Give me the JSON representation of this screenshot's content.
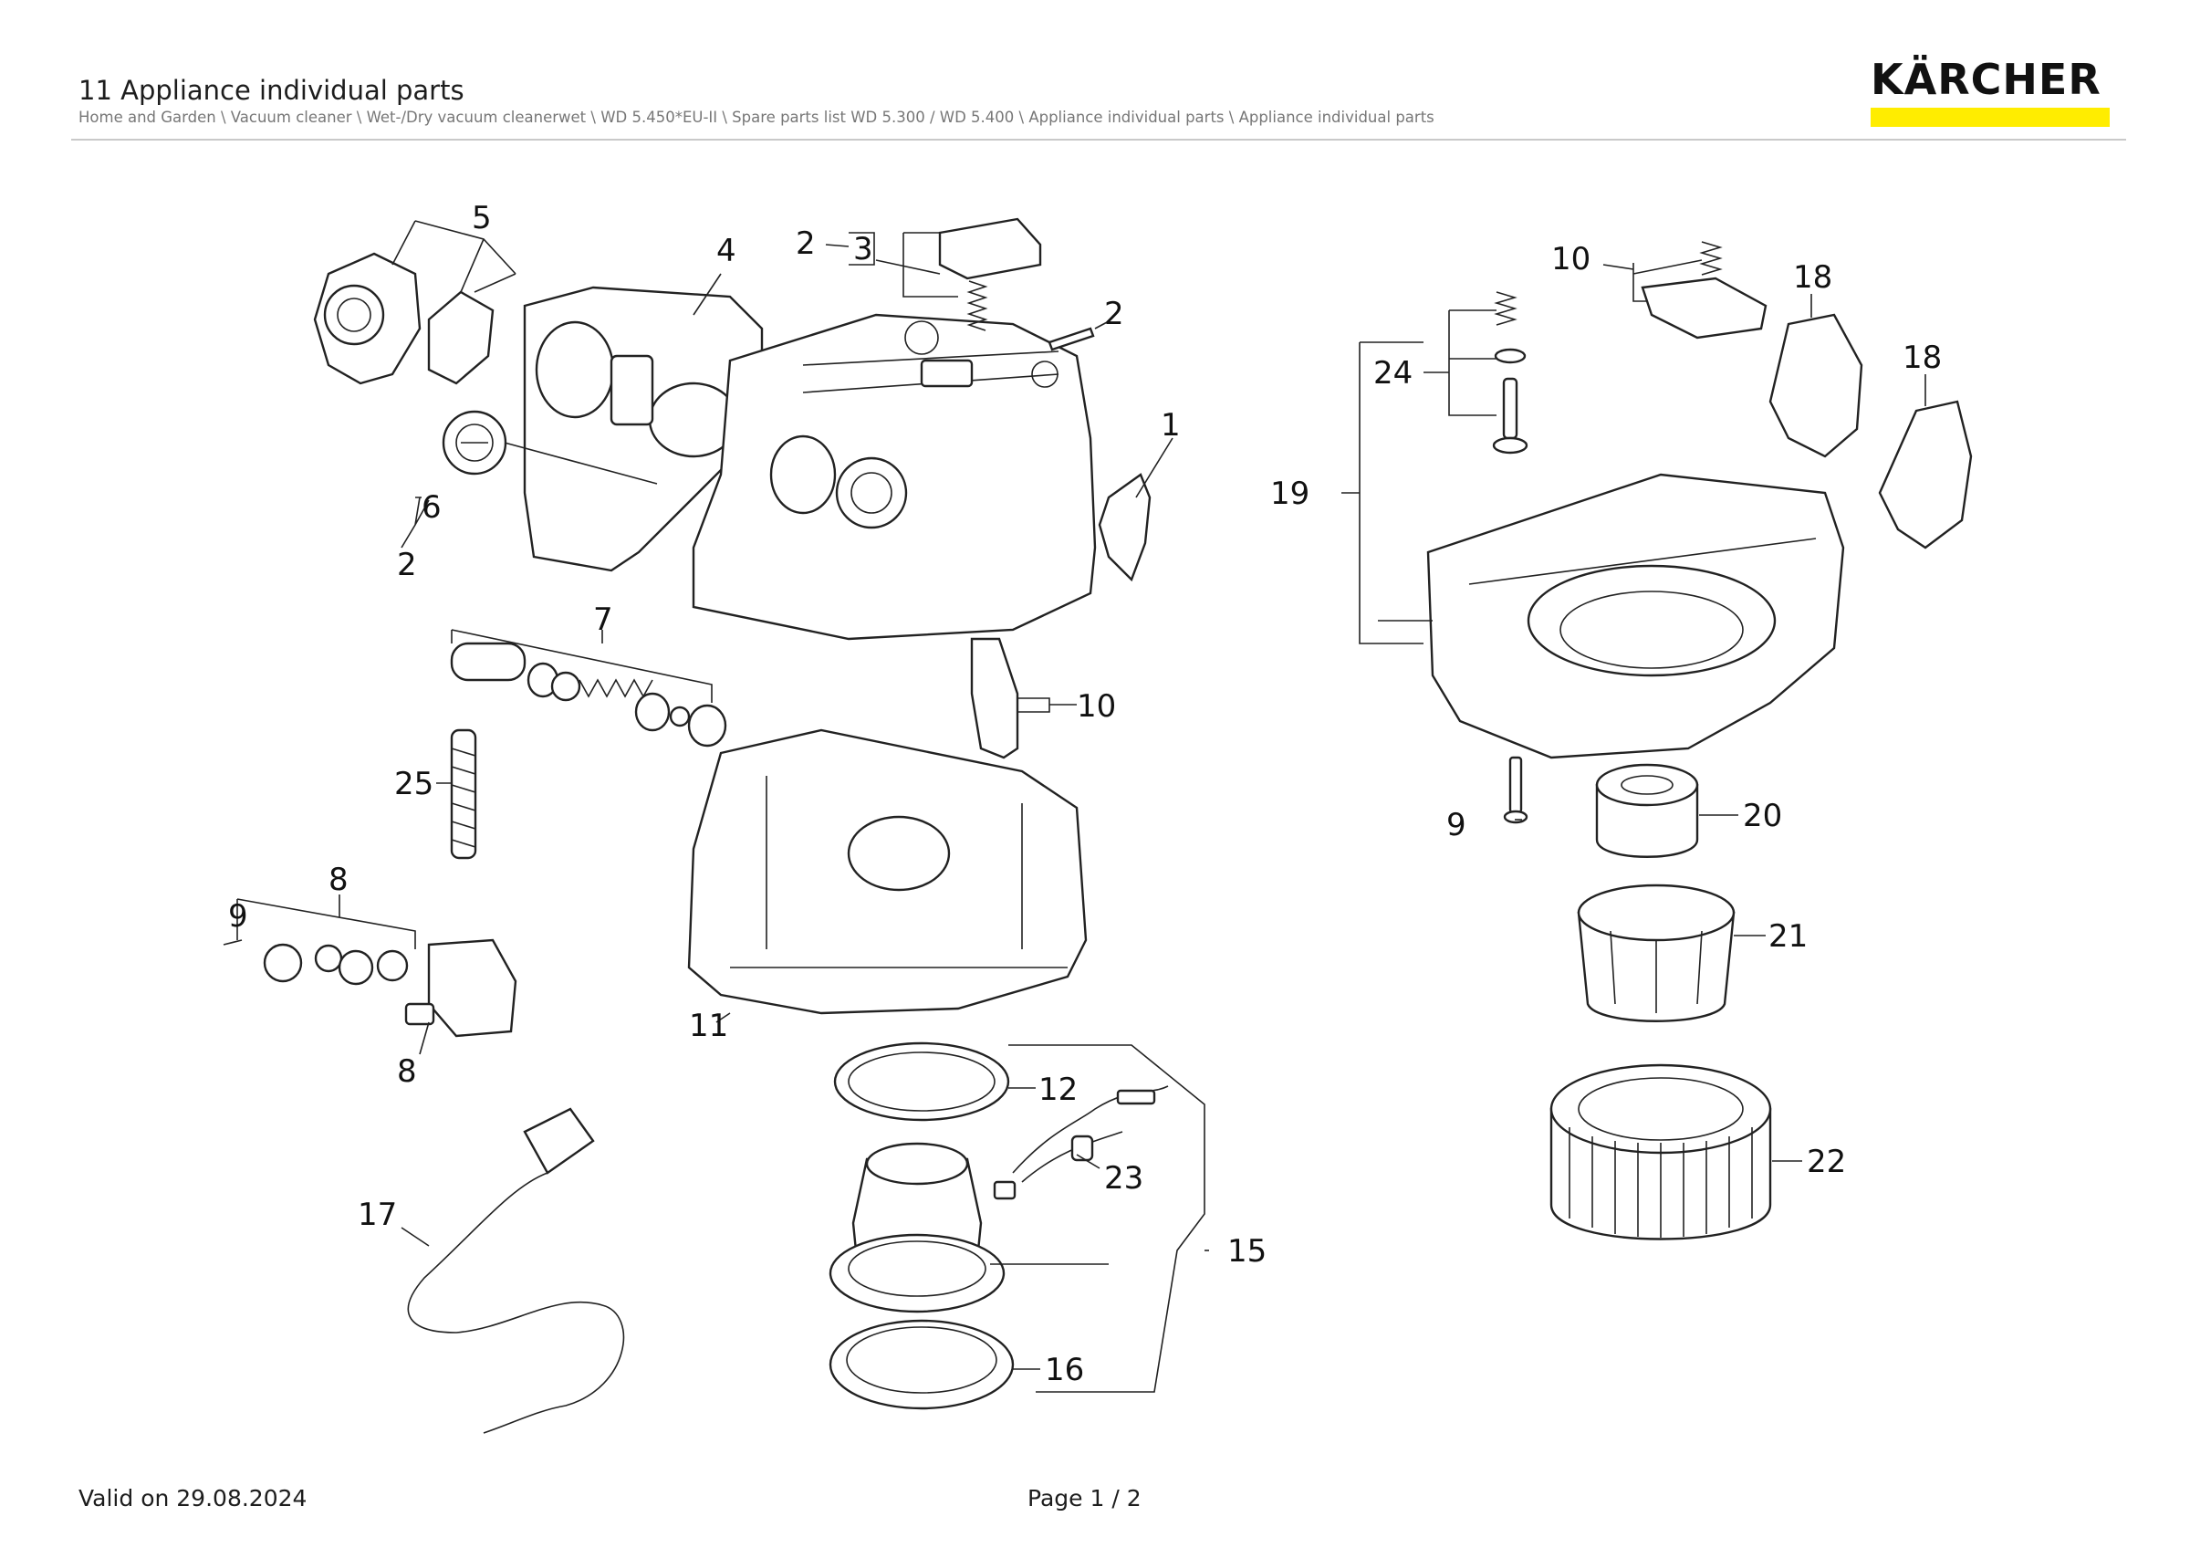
{
  "header": {
    "title": "11 Appliance individual parts",
    "breadcrumb": "Home and Garden \\ Vacuum cleaner \\ Wet-/Dry vacuum cleanerwet \\ WD 5.450*EU-II \\ Spare parts list WD 5.300 / WD 5.400 \\ Appliance individual parts \\ Appliance individual parts"
  },
  "logo": {
    "text": "KÄRCHER",
    "accent_color": "#ffed00"
  },
  "callouts": {
    "c1": "1",
    "c2a": "2",
    "c2b": "2",
    "c2c": "2",
    "c3": "3",
    "c4": "4",
    "c5": "5",
    "c6": "6",
    "c7": "7",
    "c8a": "8",
    "c8b": "8",
    "c9a": "9",
    "c9b": "9",
    "c10a": "10",
    "c10b": "10",
    "c11": "11",
    "c12": "12",
    "c15": "15",
    "c16": "16",
    "c17": "17",
    "c18a": "18",
    "c18b": "18",
    "c19": "19",
    "c20": "20",
    "c21": "21",
    "c22": "22",
    "c23": "23",
    "c24": "24",
    "c25": "25"
  },
  "footer": {
    "valid": "Valid on 29.08.2024",
    "page": "Page 1 / 2"
  }
}
